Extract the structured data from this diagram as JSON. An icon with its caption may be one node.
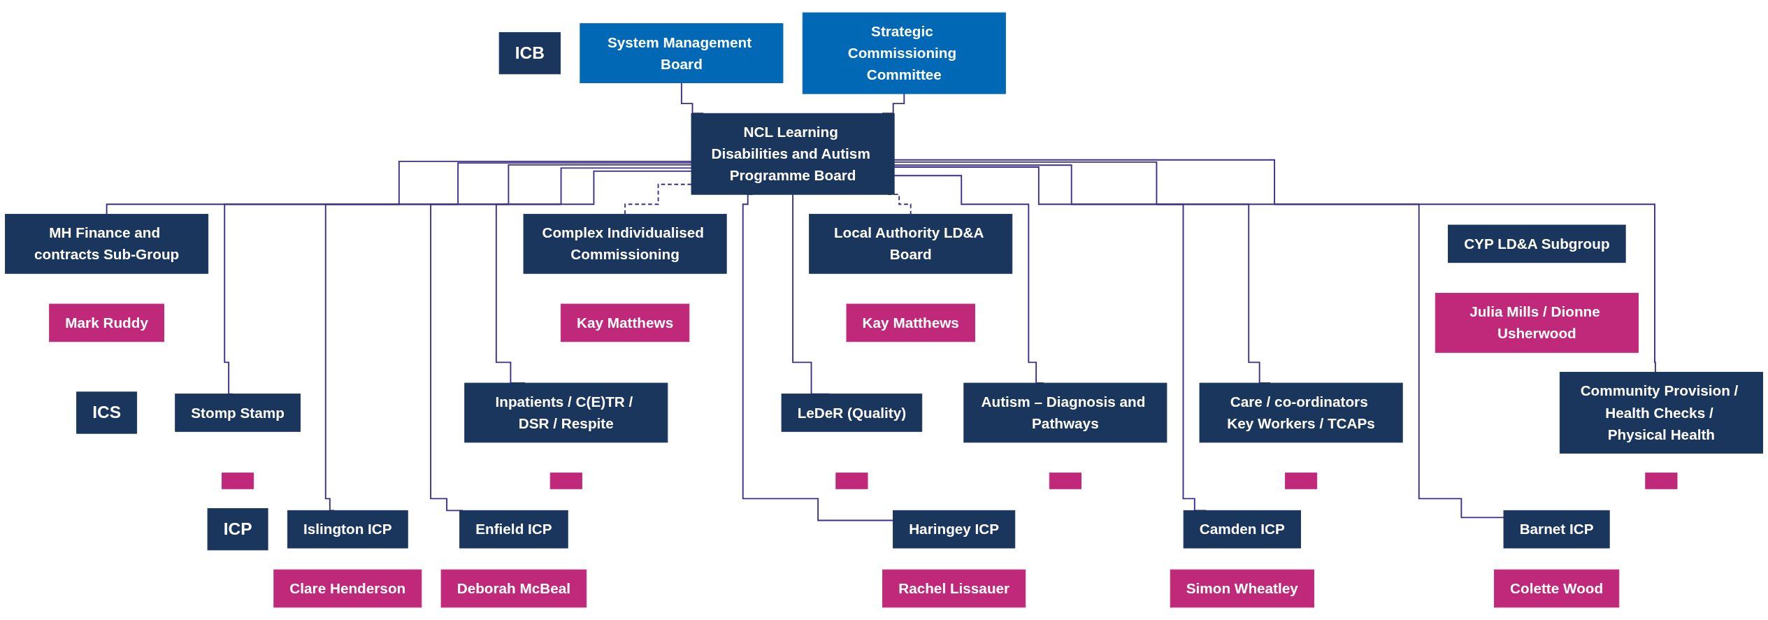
{
  "diagram": {
    "nodes": [
      {
        "text": [
          "ICB"
        ]
      },
      {
        "text": [
          "System Management Board"
        ]
      },
      {
        "text": [
          "Strategic Commissioning Committee"
        ]
      },
      {
        "text": [
          "NCL Learning Disabilities and Autism Programme Board"
        ]
      },
      {
        "text": [
          "MH Finance and contracts Sub-Group"
        ]
      },
      {
        "text": [
          "Mark Ruddy"
        ]
      },
      {
        "text": [
          "CYP LD&A Subgroup"
        ]
      },
      {
        "text": [
          "Julia Mills / Dionne Usherwood"
        ]
      },
      {
        "text": [
          "Complex Individualised Commissioning"
        ]
      },
      {
        "text": [
          "Kay Matthews"
        ]
      },
      {
        "text": [
          "Local Authority LD&A Board"
        ]
      },
      {
        "text": [
          "Kay Matthews"
        ]
      },
      {
        "text": [
          "ICS"
        ]
      },
      {
        "text": [
          "Stomp Stamp"
        ]
      },
      {
        "text": [],
        "shape": "bar"
      },
      {
        "text": [
          "Care / co-ordinators Key Workers / TCAPs"
        ]
      },
      {
        "text": [],
        "shape": "bar"
      },
      {
        "text": [
          "Community Provision / Health Checks / Physical Health"
        ]
      },
      {
        "text": [],
        "shape": "bar"
      },
      {
        "text": [
          "Inpatients / C(E)TR / DSR / Respite"
        ]
      },
      {
        "text": [],
        "shape": "bar"
      },
      {
        "text": [
          "Autism – Diagnosis and Pathways"
        ]
      },
      {
        "text": [],
        "shape": "bar"
      },
      {
        "text": [
          "LeDeR (Quality)"
        ]
      },
      {
        "text": [],
        "shape": "bar"
      },
      {
        "text": [
          "ICP"
        ]
      },
      {
        "text": [
          "Islington ICP"
        ]
      },
      {
        "text": [
          "Clare Henderson"
        ]
      },
      {
        "text": [
          "Camden ICP"
        ]
      },
      {
        "text": [
          "Simon Wheatley"
        ]
      },
      {
        "text": [
          "Barnet ICP"
        ]
      },
      {
        "text": [
          "Colette Wood"
        ]
      },
      {
        "text": [
          "Enfield ICP"
        ]
      },
      {
        "text": [
          "Deborah McBeal"
        ]
      },
      {
        "text": [
          "Haringey ICP"
        ]
      },
      {
        "text": [
          "Rachel Lissauer"
        ]
      }
    ],
    "edges": [
      {
        "from": 1,
        "to": 3,
        "arrow": "none"
      },
      {
        "from": 2,
        "to": 3,
        "arrow": "none"
      },
      {
        "from": 3,
        "to": 4,
        "arrow": "none"
      },
      {
        "from": 3,
        "to": 8,
        "arrow": "none",
        "style": "dashed"
      },
      {
        "from": 3,
        "to": 10,
        "arrow": "none",
        "style": "dashed"
      },
      {
        "from": 3,
        "to": 13,
        "arrow": "none"
      },
      {
        "from": 3,
        "to": 15,
        "arrow": "none"
      },
      {
        "from": 3,
        "to": 17,
        "arrow": "none"
      },
      {
        "from": 3,
        "to": 19,
        "arrow": "none"
      },
      {
        "from": 3,
        "to": 21,
        "arrow": "none"
      },
      {
        "from": 3,
        "to": 23,
        "arrow": "none"
      },
      {
        "from": 3,
        "to": 26,
        "arrow": "none"
      },
      {
        "from": 3,
        "to": 28,
        "arrow": "none"
      },
      {
        "from": 3,
        "to": 30,
        "arrow": "none"
      },
      {
        "from": 3,
        "to": 32,
        "arrow": "none"
      },
      {
        "from": 3,
        "to": 34,
        "arrow": "none"
      }
    ]
  }
}
